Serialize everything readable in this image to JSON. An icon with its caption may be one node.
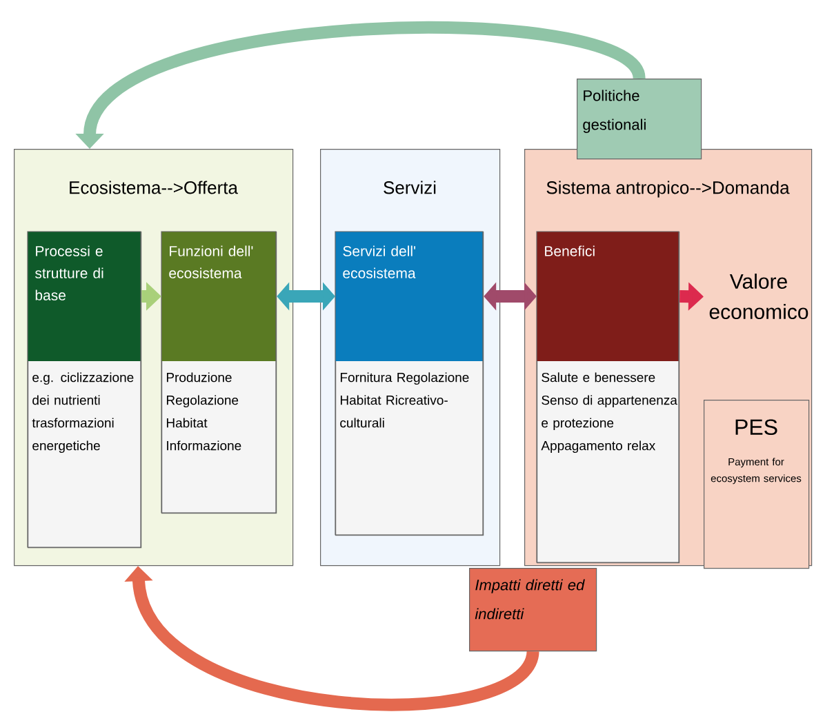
{
  "diagram": {
    "nodes": [
      {
        "text": [
          "Ecosistema-->Offerta"
        ]
      },
      {
        "text": [
          "Processi e strutture di base",
          "e.g. ciclizzazione dei nutrienti trasformazioni energetiche"
        ],
        "in": 0
      },
      {
        "text": [
          "Funzioni dell' ecosistema",
          "Produzione Regolazione Habitat Informazione"
        ],
        "in": 0
      },
      {
        "text": [
          "Servizi"
        ]
      },
      {
        "text": [
          "Servizi dell' ecosistema",
          "Fornitura Regolazione Habitat Ricreativo-culturali"
        ],
        "in": 3
      },
      {
        "text": [
          "Sistema antropico-->Domanda"
        ]
      },
      {
        "text": [
          "Benefici",
          "Salute e benessere Senso di appartenenza e protezione Appagamento relax"
        ],
        "in": 5
      },
      {
        "text": [
          "Valore economico"
        ],
        "in": 5
      },
      {
        "text": [
          "PES",
          "Payment for ecosystem services"
        ],
        "in": 5
      },
      {
        "text": [
          "Politiche gestionali"
        ]
      },
      {
        "text": [
          "Impatti diretti ed indiretti"
        ]
      }
    ],
    "edges": [
      {
        "from": 1,
        "to": 2,
        "arrow": "to",
        "color": "#a9d07a"
      },
      {
        "from": 2,
        "to": 4,
        "arrow": "both",
        "color": "#3aa6b8"
      },
      {
        "from": 4,
        "to": 6,
        "arrow": "both",
        "color": "#a04a6a"
      },
      {
        "from": 6,
        "to": 7,
        "arrow": "to",
        "color": "#dc2a4e"
      },
      {
        "from": 9,
        "to": 0,
        "arrow": "to",
        "color": "#8fc4a6"
      },
      {
        "from": 10,
        "to": 0,
        "arrow": "to",
        "color": "#e4694f"
      }
    ]
  }
}
